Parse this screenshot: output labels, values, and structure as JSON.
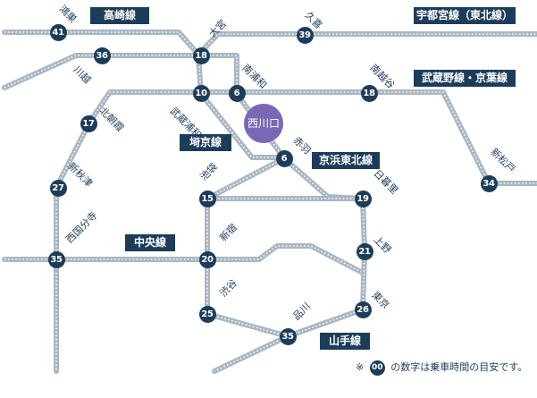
{
  "lines": {
    "takasaki": "高崎線",
    "utsunomiya": "宇都宮線（東北線）",
    "musashino": "武蔵野線・京葉線",
    "saikyo": "埼京線",
    "keihin_tohoku": "京浜東北線",
    "chuo": "中央線",
    "yamanote": "山手線"
  },
  "destination": "西川口",
  "stations": [
    {
      "id": "konosu",
      "name": "鴻巣",
      "minutes": "41"
    },
    {
      "id": "omiya",
      "name": "大宮",
      "minutes": "18"
    },
    {
      "id": "kuki",
      "name": "久喜",
      "minutes": "39"
    },
    {
      "id": "kawagoe",
      "name": "川越",
      "minutes": "36"
    },
    {
      "id": "musashi-urawa",
      "name": "武蔵浦和",
      "minutes": "10"
    },
    {
      "id": "minami-urawa",
      "name": "南浦和",
      "minutes": "6"
    },
    {
      "id": "minami-koshigaya",
      "name": "南越谷",
      "minutes": "18"
    },
    {
      "id": "kita-asaka",
      "name": "北朝霞",
      "minutes": "17"
    },
    {
      "id": "akabane",
      "name": "赤羽",
      "minutes": "6"
    },
    {
      "id": "shin-akitsu",
      "name": "新秋津",
      "minutes": "27"
    },
    {
      "id": "ikebukuro",
      "name": "池袋",
      "minutes": "15"
    },
    {
      "id": "nippori",
      "name": "日暮里",
      "minutes": "19"
    },
    {
      "id": "shin-matsudo",
      "name": "新松戸",
      "minutes": "34"
    },
    {
      "id": "nishi-kokubunji",
      "name": "西国分寺",
      "minutes": "35"
    },
    {
      "id": "shinjuku",
      "name": "新宿",
      "minutes": "20"
    },
    {
      "id": "ueno",
      "name": "上野",
      "minutes": "21"
    },
    {
      "id": "shibuya",
      "name": "渋谷",
      "minutes": "25"
    },
    {
      "id": "tokyo",
      "name": "東京",
      "minutes": "26"
    },
    {
      "id": "shinagawa",
      "name": "品川",
      "minutes": "35"
    }
  ],
  "note": {
    "mark": "※",
    "sample": "00",
    "text": "の数字は乗車時間の目安です。"
  }
}
